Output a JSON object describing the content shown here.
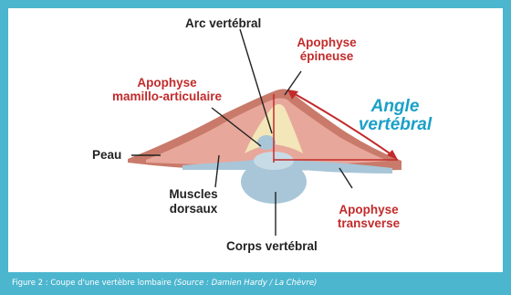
{
  "labels": {
    "arc_vertebral": "Arc vertébral",
    "apophyse_epineuse_1": "Apophyse",
    "apophyse_epineuse_2": "épineuse",
    "apophyse_mamillo_1": "Apophyse",
    "apophyse_mamillo_2": "mamillo-articulaire",
    "angle_1": "Angle",
    "angle_2": "vertébral",
    "peau": "Peau",
    "muscles_1": "Muscles",
    "muscles_2": "dorsaux",
    "apophyse_transverse_1": "Apophyse",
    "apophyse_transverse_2": "transverse",
    "corps_vertebral": "Corps vertébral"
  },
  "caption": {
    "text": "Figure 2 : Coupe d'une vertèbre lombaire ",
    "source": "(Source : Damien Hardy / La Chèvre)"
  },
  "colors": {
    "frame": "#4cb6cf",
    "skin": "#c97a6a",
    "muscle": "#e8a79b",
    "bone": "#f3e6b8",
    "body": "#a8c6d8",
    "red_label": "#c22b2b",
    "blue_label": "#1aa0c8"
  }
}
